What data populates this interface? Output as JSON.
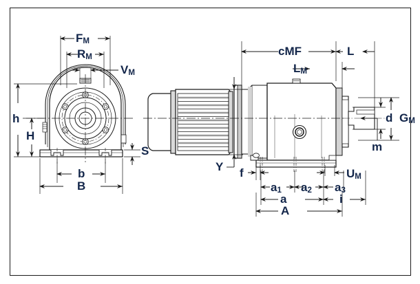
{
  "drawing": {
    "title": "Geared motor dimension drawing",
    "type": "engineering-dimension-drawing",
    "views": [
      {
        "name": "front-view",
        "description": "End / front elevation of gear unit showing circular flange with six bolt holes and foot mounting"
      },
      {
        "name": "side-view",
        "description": "Side elevation showing finned electric motor, gearbox housing, output flange and output shaft"
      }
    ],
    "style": {
      "label_color": "#13264a",
      "line_color": "#1a1a1a",
      "fill_light": "#d9d9d9",
      "fill_mid": "#bfbfbf",
      "background": "#ffffff",
      "border_color": "#1a1a1a"
    }
  },
  "labels": {
    "front_view": {
      "fm": {
        "text": "F",
        "sub": "M",
        "desc": "motor flange pilot width"
      },
      "rm": {
        "text": "R",
        "sub": "M",
        "desc": "motor bolt circle diameter"
      },
      "vm": {
        "text": "V",
        "sub": "M",
        "desc": "motor flange bolt size"
      },
      "h": {
        "text": "h",
        "sub": "",
        "desc": "overall height"
      },
      "hcap": {
        "text": "H",
        "sub": "",
        "desc": "shaft centre height"
      },
      "s": {
        "text": "S",
        "sub": "",
        "desc": "foot thickness"
      },
      "b": {
        "text": "b",
        "sub": "",
        "desc": "foot hole spacing across"
      },
      "bcap": {
        "text": "B",
        "sub": "",
        "desc": "overall width"
      }
    },
    "side_view": {
      "cmf": {
        "text": "cMF",
        "sub": "",
        "desc": "motor flange to output end"
      },
      "l": {
        "text": "L",
        "sub": "",
        "desc": "output shaft length"
      },
      "lm": {
        "text": "L",
        "sub": "M",
        "desc": "gear housing length"
      },
      "d": {
        "text": "d",
        "sub": "",
        "desc": "output shaft diameter"
      },
      "gm": {
        "text": "G",
        "sub": "M",
        "desc": "motor / gear centre offset"
      },
      "m": {
        "text": "m",
        "sub": "",
        "desc": "shaft shoulder"
      },
      "y": {
        "text": "Y",
        "sub": "",
        "desc": "motor flange height datum"
      },
      "f": {
        "text": "f",
        "sub": "",
        "desc": "foot edge offset"
      },
      "a1": {
        "text": "a",
        "sub": "1",
        "desc": "first foot hole pitch"
      },
      "a2": {
        "text": "a",
        "sub": "2",
        "desc": "second foot hole pitch"
      },
      "a3": {
        "text": "a",
        "sub": "3",
        "desc": "third foot hole pitch"
      },
      "a": {
        "text": "a",
        "sub": "",
        "desc": "foot hole overall pitch"
      },
      "i": {
        "text": "i",
        "sub": "",
        "desc": "output end length"
      },
      "acap": {
        "text": "A",
        "sub": "",
        "desc": "overall foot length"
      },
      "um": {
        "text": "U",
        "sub": "M",
        "desc": "foot hole to end"
      }
    }
  }
}
